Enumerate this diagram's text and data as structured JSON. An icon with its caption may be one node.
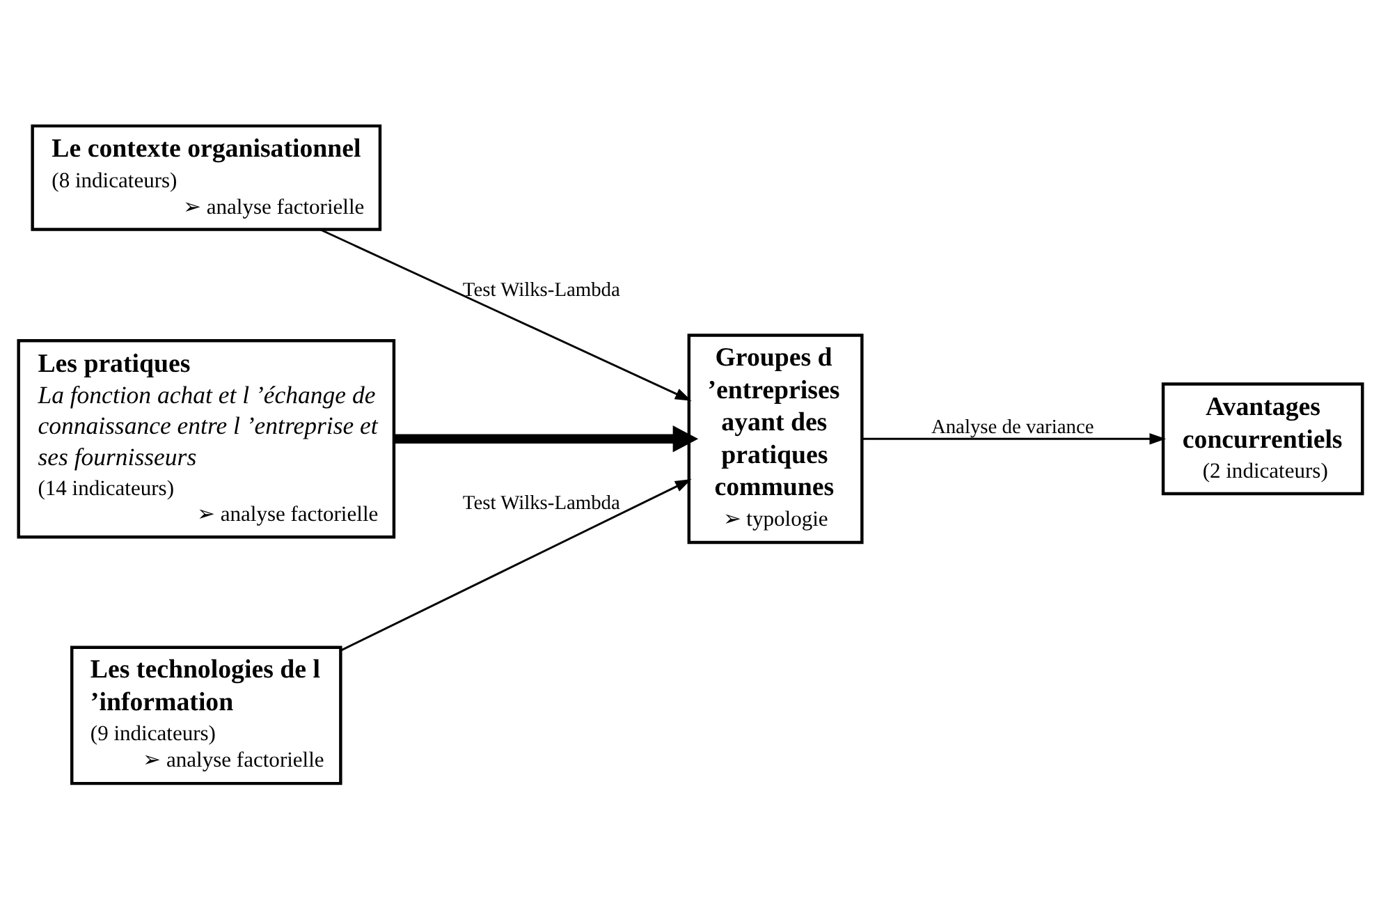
{
  "diagram": {
    "nodes": [
      {
        "text": [
          "Le contexte organisationnel",
          "(8 indicateurs)",
          "➢ analyse factorielle"
        ]
      },
      {
        "text": [
          "Les pratiques",
          "La fonction achat et l ’échange de connaissance entre l ’entreprise et ses fournisseurs",
          "(14 indicateurs)",
          "➢ analyse factorielle"
        ]
      },
      {
        "text": [
          "Groupes d ’entreprises ayant des pratiques communes",
          "➢ typologie"
        ]
      },
      {
        "text": [
          "Les technologies de l ’information",
          "(9 indicateurs)",
          "➢ analyse factorielle"
        ]
      },
      {
        "text": [
          "Avantages concurrentiels",
          "(2 indicateurs)"
        ]
      }
    ],
    "edges": [
      {
        "from": 0,
        "to": 2,
        "arrow": "to",
        "label": "Test Wilks-Lambda"
      },
      {
        "from": 1,
        "to": 2,
        "arrow": "to",
        "style": "thick"
      },
      {
        "from": 3,
        "to": 2,
        "arrow": "to",
        "label": "Test Wilks-Lambda"
      },
      {
        "from": 2,
        "to": 4,
        "arrow": "to",
        "label": "Analyse de variance"
      }
    ]
  }
}
